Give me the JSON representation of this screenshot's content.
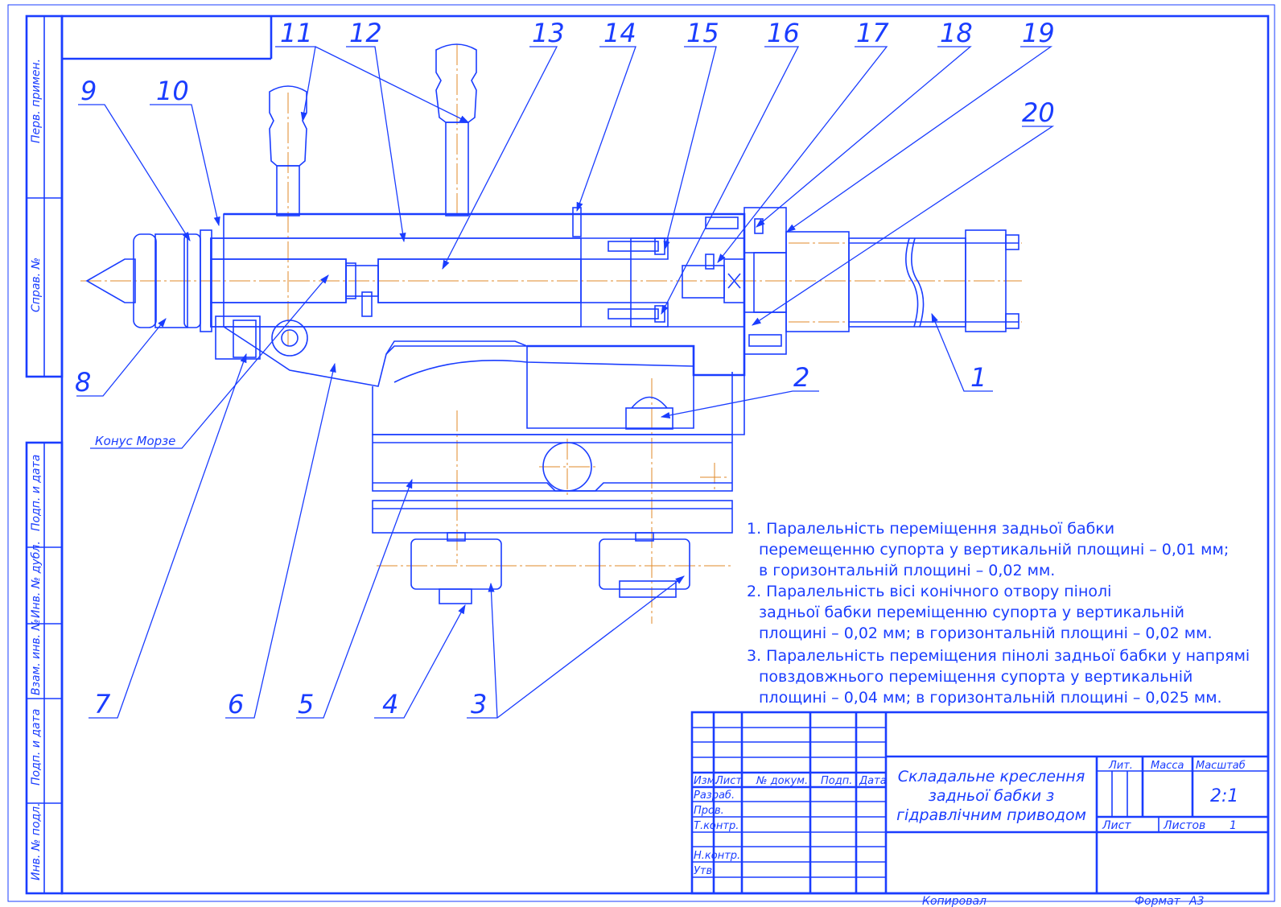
{
  "part_numbers": [
    "1",
    "2",
    "3",
    "4",
    "5",
    "6",
    "7",
    "8",
    "9",
    "10",
    "11",
    "12",
    "13",
    "14",
    "15",
    "16",
    "17",
    "18",
    "19",
    "20"
  ],
  "morse_label": "Конус Морзе",
  "side_stamp": [
    "Перв. примен.",
    "Справ. №",
    "Подп. и дата",
    "Инв. № дубл.",
    "Взам. инв. №",
    "Подп. и дата",
    "Инв. № подл."
  ],
  "notes": [
    "1. Паралельність переміщення задньої бабки",
    "перемещенню супорта у вертикальній площині – 0,01 мм;",
    "в горизонтальній площині – 0,02 мм.",
    "2. Паралельність вісі конічного отвору пінолі",
    "задньої бабки переміщенню супорта у вертикальній",
    "площині – 0,02 мм; в горизонтальній площині – 0,02 мм.",
    "3. Паралельність переміщения пінолі задньої бабки у напрямі",
    "повздовжнього переміщення супорта у вертикальній",
    "площині – 0,04 мм; в горизонтальній площині – 0,025 мм."
  ],
  "title_block": {
    "title_lines": [
      "Складальне креслення",
      "задньої бабки з",
      "гідравлічним приводом"
    ],
    "col_izm": "Изм.",
    "col_list": "Лист",
    "col_doc": "№ докум.",
    "col_podp": "Подп.",
    "col_data": "Дата",
    "row_razrab": "Разраб.",
    "row_prov": "Пров.",
    "row_tkontr": "Т.контр.",
    "row_nkontr": "Н.контр.",
    "row_utv": "Утв.",
    "lit": "Лит.",
    "massa": "Масса",
    "masshtab": "Масштаб",
    "scale": "2:1",
    "list": "Лист",
    "listov": "Листов",
    "listov_value": "1",
    "kopiroval": "Копировал",
    "format": "Формат",
    "format_value": "А3"
  }
}
